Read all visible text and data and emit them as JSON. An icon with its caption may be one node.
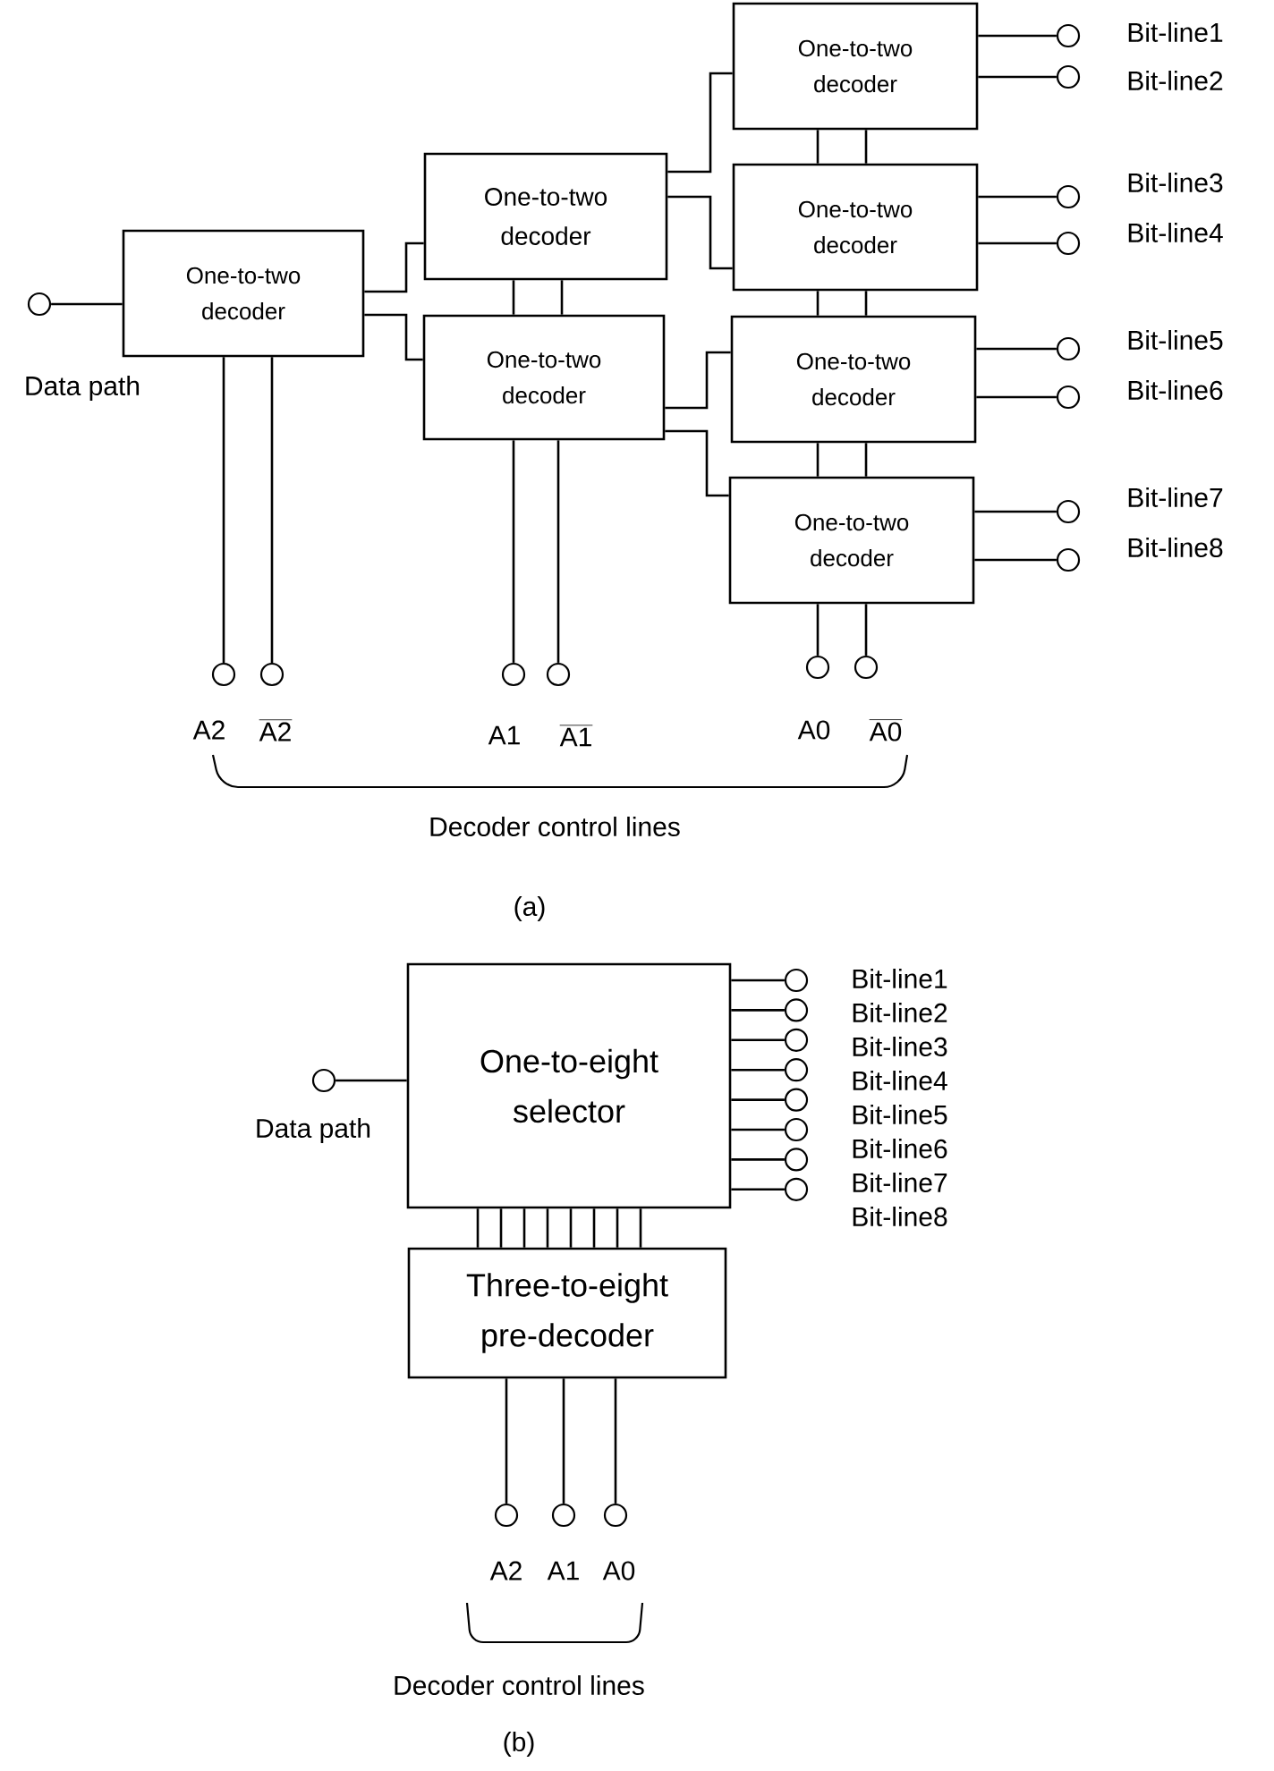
{
  "diagram": {
    "nodes": [
      {
        "text": [],
        "shape": "circle"
      },
      {
        "text": [
          "One-to-two decoder"
        ]
      },
      {
        "text": [
          "One-to-two decoder"
        ]
      },
      {
        "text": [
          "One-to-two decoder"
        ]
      },
      {
        "text": [
          "One-to-two decoder"
        ]
      },
      {
        "text": [
          "One-to-two decoder"
        ]
      },
      {
        "text": [
          "One-to-two decoder"
        ]
      },
      {
        "text": [
          "One-to-two decoder"
        ]
      },
      {
        "text": [],
        "shape": "circle",
        "beside": [
          "Bit-line1"
        ]
      },
      {
        "text": [],
        "shape": "circle",
        "beside": [
          "Bit-line2"
        ]
      },
      {
        "text": [],
        "shape": "circle",
        "beside": [
          "Bit-line3"
        ]
      },
      {
        "text": [],
        "shape": "circle",
        "beside": [
          "Bit-line4"
        ]
      },
      {
        "text": [],
        "shape": "circle",
        "beside": [
          "Bit-line5"
        ]
      },
      {
        "text": [],
        "shape": "circle",
        "beside": [
          "Bit-line6"
        ]
      },
      {
        "text": [],
        "shape": "circle",
        "beside": [
          "Bit-line7"
        ]
      },
      {
        "text": [],
        "shape": "circle",
        "beside": [
          "Bit-line8"
        ]
      },
      {
        "text": [],
        "shape": "circle",
        "beside": [
          "A2"
        ]
      },
      {
        "text": [],
        "shape": "circle",
        "beside": [
          "\\overline{\\mbox{A2}}"
        ]
      },
      {
        "text": [],
        "shape": "circle",
        "beside": [
          "A1"
        ]
      },
      {
        "text": [],
        "shape": "circle",
        "beside": [
          "\\overline{\\mbox{A1}}"
        ]
      },
      {
        "text": [],
        "shape": "circle",
        "beside": [
          "A0"
        ]
      },
      {
        "text": [],
        "shape": "circle",
        "beside": [
          "\\overline{\\mbox{A0}}"
        ]
      },
      {
        "text": [],
        "shape": "circle",
        "beside": [
          "Data path"
        ]
      },
      {
        "text": [
          "One-to-eight selector"
        ]
      },
      {
        "text": [
          "Three-to-eight pre-decoder"
        ]
      },
      {
        "text": [],
        "shape": "circle",
        "beside": [
          "Bit-line1"
        ]
      },
      {
        "text": [],
        "shape": "circle",
        "beside": [
          "Bit-line2"
        ]
      },
      {
        "text": [],
        "shape": "circle",
        "beside": [
          "Bit-line3"
        ]
      },
      {
        "text": [],
        "shape": "circle",
        "beside": [
          "Bit-line4"
        ]
      },
      {
        "text": [],
        "shape": "circle",
        "beside": [
          "Bit-line5"
        ]
      },
      {
        "text": [],
        "shape": "circle",
        "beside": [
          "Bit-line6"
        ]
      },
      {
        "text": [],
        "shape": "circle",
        "beside": [
          "Bit-line7"
        ]
      },
      {
        "text": [],
        "shape": "circle",
        "beside": [
          "Bit-line8"
        ]
      },
      {
        "text": [],
        "shape": "circle",
        "beside": [
          "A2"
        ]
      },
      {
        "text": [],
        "shape": "circle",
        "beside": [
          "A1"
        ]
      },
      {
        "text": [],
        "shape": "circle",
        "beside": [
          "A0"
        ]
      }
    ],
    "edges": [
      {
        "from": 0,
        "to": 1,
        "arrow": "none"
      },
      {
        "from": 1,
        "to": 2,
        "arrow": "none"
      },
      {
        "from": 1,
        "to": 3,
        "arrow": "none"
      },
      {
        "from": 2,
        "to": 4,
        "arrow": "none"
      },
      {
        "from": 2,
        "to": 5,
        "arrow": "none"
      },
      {
        "from": 3,
        "to": 6,
        "arrow": "none"
      },
      {
        "from": 3,
        "to": 7,
        "arrow": "none"
      },
      {
        "from": 4,
        "to": 8,
        "arrow": "none"
      },
      {
        "from": 4,
        "to": 9,
        "arrow": "none"
      },
      {
        "from": 5,
        "to": 10,
        "arrow": "none"
      },
      {
        "from": 5,
        "to": 11,
        "arrow": "none"
      },
      {
        "from": 6,
        "to": 12,
        "arrow": "none"
      },
      {
        "from": 6,
        "to": 13,
        "arrow": "none"
      },
      {
        "from": 7,
        "to": 14,
        "arrow": "none"
      },
      {
        "from": 7,
        "to": 15,
        "arrow": "none"
      },
      {
        "from": 2,
        "to": 3,
        "arrow": "none"
      },
      {
        "from": 2,
        "to": 3,
        "arrow": "none"
      },
      {
        "from": 4,
        "to": 5,
        "arrow": "none"
      },
      {
        "from": 4,
        "to": 5,
        "arrow": "none"
      },
      {
        "from": 5,
        "to": 6,
        "arrow": "none"
      },
      {
        "from": 5,
        "to": 6,
        "arrow": "none"
      },
      {
        "from": 6,
        "to": 7,
        "arrow": "none"
      },
      {
        "from": 6,
        "to": 7,
        "arrow": "none"
      },
      {
        "from": 1,
        "to": 16,
        "arrow": "none"
      },
      {
        "from": 1,
        "to": 17,
        "arrow": "none"
      },
      {
        "from": 3,
        "to": 18,
        "arrow": "none"
      },
      {
        "from": 3,
        "to": 19,
        "arrow": "none"
      },
      {
        "from": 7,
        "to": 20,
        "arrow": "none"
      },
      {
        "from": 7,
        "to": 21,
        "arrow": "none"
      },
      {
        "from": 22,
        "to": 23,
        "arrow": "none"
      },
      {
        "from": 23,
        "to": 24,
        "arrow": "none"
      },
      {
        "from": 23,
        "to": 24,
        "arrow": "none"
      },
      {
        "from": 23,
        "to": 24,
        "arrow": "none"
      },
      {
        "from": 23,
        "to": 24,
        "arrow": "none"
      },
      {
        "from": 23,
        "to": 24,
        "arrow": "none"
      },
      {
        "from": 23,
        "to": 24,
        "arrow": "none"
      },
      {
        "from": 23,
        "to": 24,
        "arrow": "none"
      },
      {
        "from": 23,
        "to": 24,
        "arrow": "none"
      },
      {
        "from": 23,
        "to": 25,
        "arrow": "none"
      },
      {
        "from": 23,
        "to": 26,
        "arrow": "none"
      },
      {
        "from": 23,
        "to": 27,
        "arrow": "none"
      },
      {
        "from": 23,
        "to": 28,
        "arrow": "none"
      },
      {
        "from": 23,
        "to": 29,
        "arrow": "none"
      },
      {
        "from": 23,
        "to": 30,
        "arrow": "none"
      },
      {
        "from": 23,
        "to": 31,
        "arrow": "none"
      },
      {
        "from": 23,
        "to": 32,
        "arrow": "none"
      },
      {
        "from": 24,
        "to": 33,
        "arrow": "none"
      },
      {
        "from": 24,
        "to": 34,
        "arrow": "none"
      },
      {
        "from": 24,
        "to": 35,
        "arrow": "none"
      }
    ],
    "labels": [
      "Data path",
      "Decoder control lines",
      "(a)",
      "Decoder control lines",
      "(b)"
    ]
  }
}
